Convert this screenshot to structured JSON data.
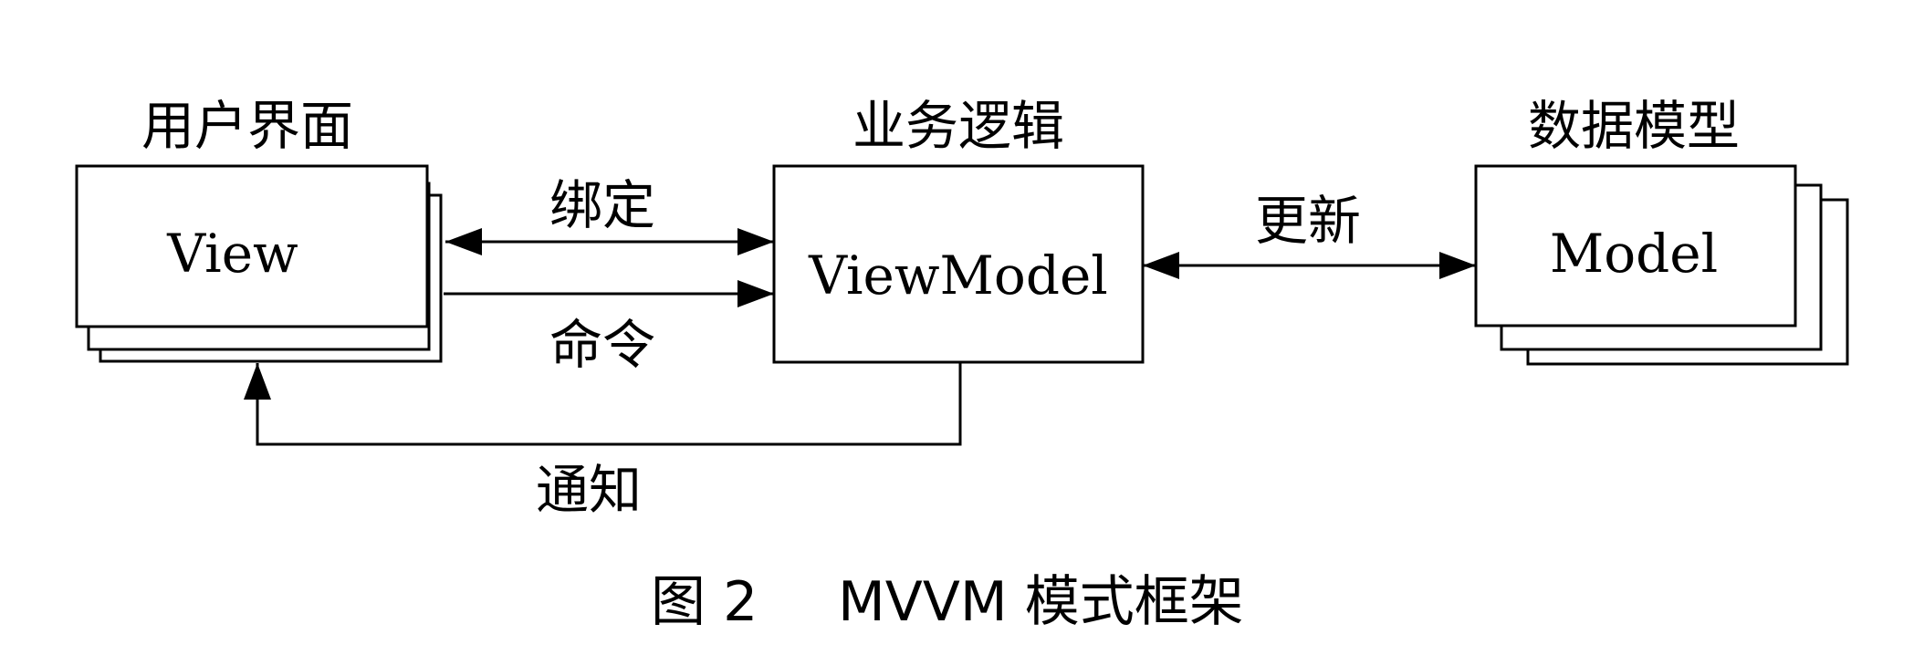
{
  "diagram": {
    "view_group": {
      "heading": "用户界面",
      "box_label": "View"
    },
    "viewmodel_group": {
      "heading": "业务逻辑",
      "box_label": "ViewModel"
    },
    "model_group": {
      "heading": "数据模型",
      "box_label": "Model"
    },
    "edges": {
      "binding": "绑定",
      "command": "命令",
      "update": "更新",
      "notify": "通知"
    }
  },
  "caption": {
    "figure": "图 2",
    "title": "MVVM 模式框架"
  },
  "colors": {
    "stroke": "#000000",
    "background": "#ffffff"
  }
}
